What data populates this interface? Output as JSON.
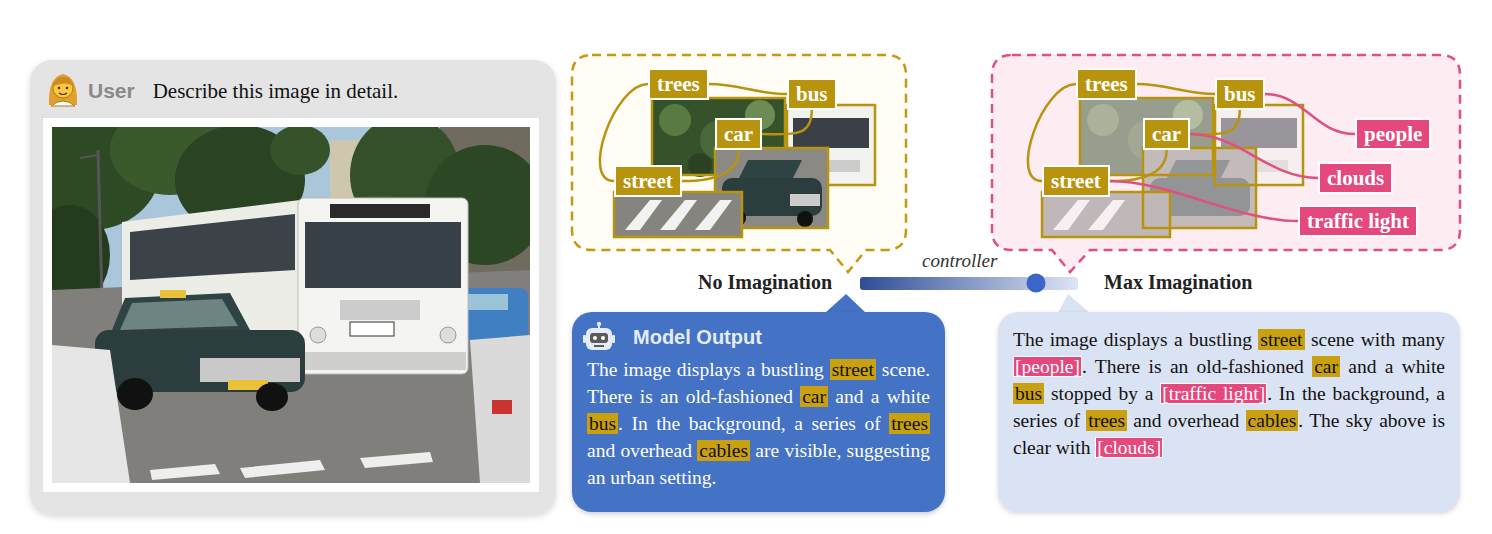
{
  "diagram": {
    "nodes": [
      {
        "text": [
          "User",
          "Describe this image in detail."
        ]
      },
      {
        "text": [
          "trees"
        ]
      },
      {
        "text": [
          "bus"
        ]
      },
      {
        "text": [
          "car"
        ]
      },
      {
        "text": [
          "street"
        ]
      },
      {
        "text": [
          "trees"
        ]
      },
      {
        "text": [
          "bus"
        ]
      },
      {
        "text": [
          "car"
        ]
      },
      {
        "text": [
          "street"
        ]
      },
      {
        "text": [
          "people"
        ]
      },
      {
        "text": [
          "clouds"
        ]
      },
      {
        "text": [
          "traffic light"
        ]
      },
      {
        "text": [
          "Model Output",
          "The image displays a bustling",
          "street",
          "scene. There is an old-fashioned",
          "car",
          "and a white",
          "bus",
          ". In the background, a series of",
          "trees",
          "and overhead",
          "cables",
          "are visible, suggesting an urban setting."
        ]
      },
      {
        "text": [
          "The image displays a bustling",
          "street",
          "scene with many",
          "[people]",
          ". There is an old-fashioned",
          "car",
          "and a white",
          "bus",
          "stopped by a",
          "[traffic light]",
          ". In the background, a series of",
          "trees",
          "and overhead",
          "cables",
          ". The sky above is clear with",
          "[clouds]"
        ]
      }
    ],
    "edges": [
      {
        "from": 1,
        "to": 4,
        "arrow": "none"
      },
      {
        "from": 1,
        "to": 2,
        "arrow": "none"
      },
      {
        "from": 2,
        "to": 3,
        "arrow": "none"
      },
      {
        "from": 3,
        "to": 4,
        "arrow": "none"
      },
      {
        "from": 5,
        "to": 8,
        "arrow": "none"
      },
      {
        "from": 5,
        "to": 6,
        "arrow": "none"
      },
      {
        "from": 6,
        "to": 7,
        "arrow": "none"
      },
      {
        "from": 7,
        "to": 8,
        "arrow": "none"
      },
      {
        "from": 6,
        "to": 9,
        "arrow": "none"
      },
      {
        "from": 7,
        "to": 10,
        "arrow": "none"
      },
      {
        "from": 8,
        "to": 11,
        "arrow": "none"
      }
    ],
    "labels": [
      "No Imagination",
      "controller",
      "Max Imagination"
    ]
  }
}
